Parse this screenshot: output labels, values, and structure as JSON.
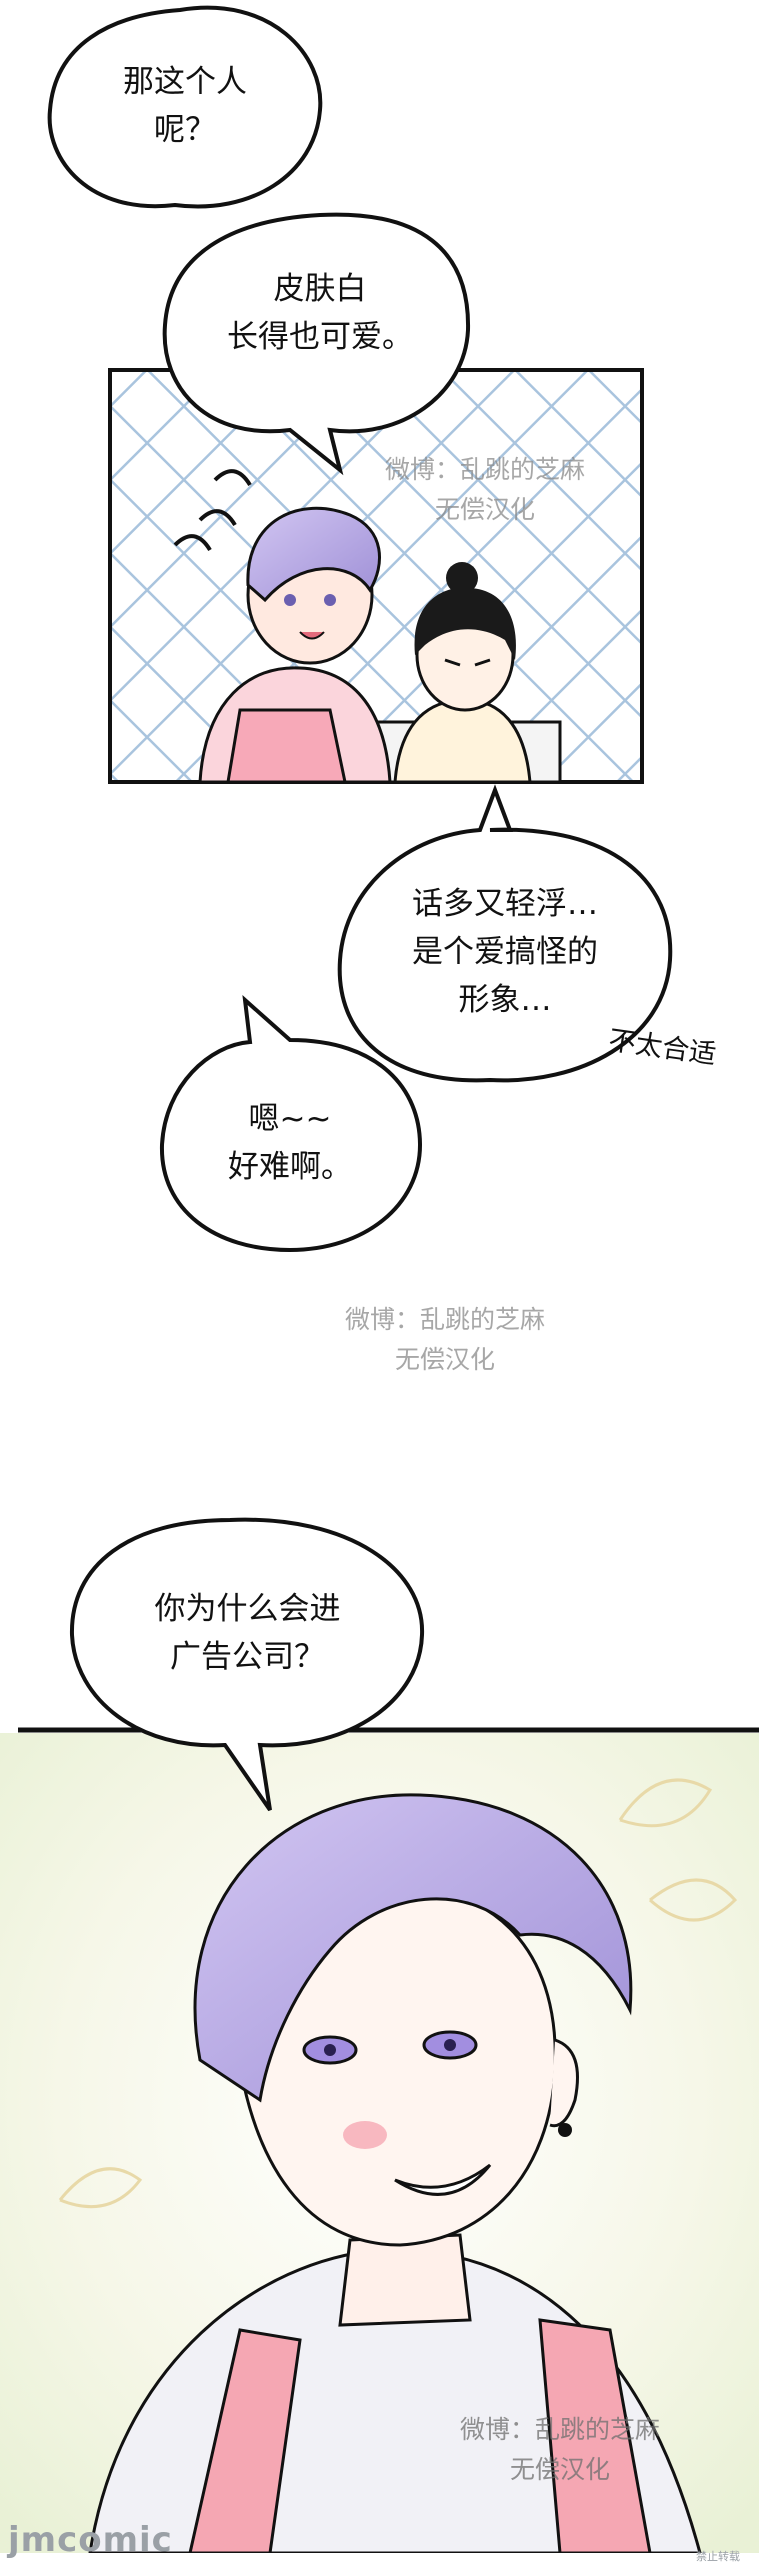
{
  "bubbles": {
    "b1": "那这个人\n呢？",
    "b2": "皮肤白\n长得也可爱。",
    "b3": "话多又轻浮…\n是个爱搞怪的\n形象…",
    "b4": "嗯~~\n好难啊。",
    "b5": "你为什么会进\n广告公司？"
  },
  "side_note": "不太合适",
  "watermark": "微博：乱跳的芝麻\n无偿汉化",
  "footer": {
    "logo": "jmcomic",
    "small": "禁止转载"
  },
  "colors": {
    "outline": "#111111",
    "hair": "#b9a9e6",
    "apron": "#f3a3b5",
    "grid": "#a9c4de"
  }
}
